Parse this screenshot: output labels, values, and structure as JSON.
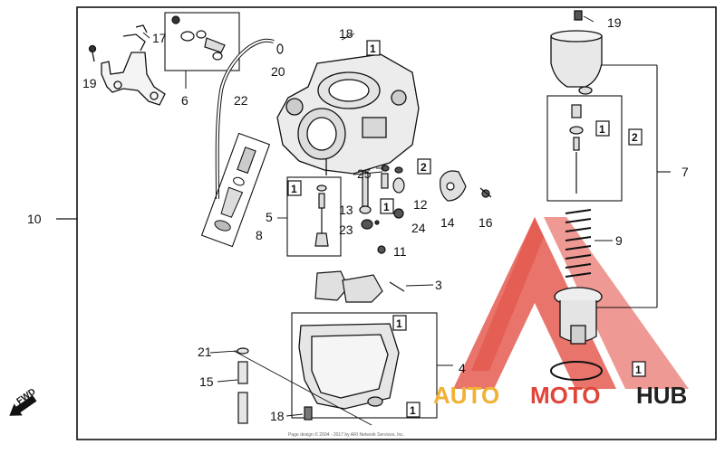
{
  "callouts": {
    "c1": "1",
    "c2": "2",
    "c3": "3",
    "c4": "4",
    "c5": "5",
    "c6": "6",
    "c7": "7",
    "c8": "8",
    "c9": "9",
    "c10": "10",
    "c11": "11",
    "c12": "12",
    "c13": "13",
    "c14": "14",
    "c15": "15",
    "c16": "16",
    "c17": "17",
    "c18": "18",
    "c19": "19",
    "c20": "20",
    "c21": "21",
    "c22": "22",
    "c23": "23",
    "c24": "24",
    "c25": "25"
  },
  "fwd": "FWD",
  "watermark": {
    "auto": "AUTO",
    "moto": "MOTO",
    "hub": "HUB"
  },
  "footer": "Page design © 2004 - 2017 by ARI Network Services, Inc.",
  "colors": {
    "watermark_red": "#e0453a",
    "watermark_gold": "#f2b134",
    "line": "#111111"
  }
}
